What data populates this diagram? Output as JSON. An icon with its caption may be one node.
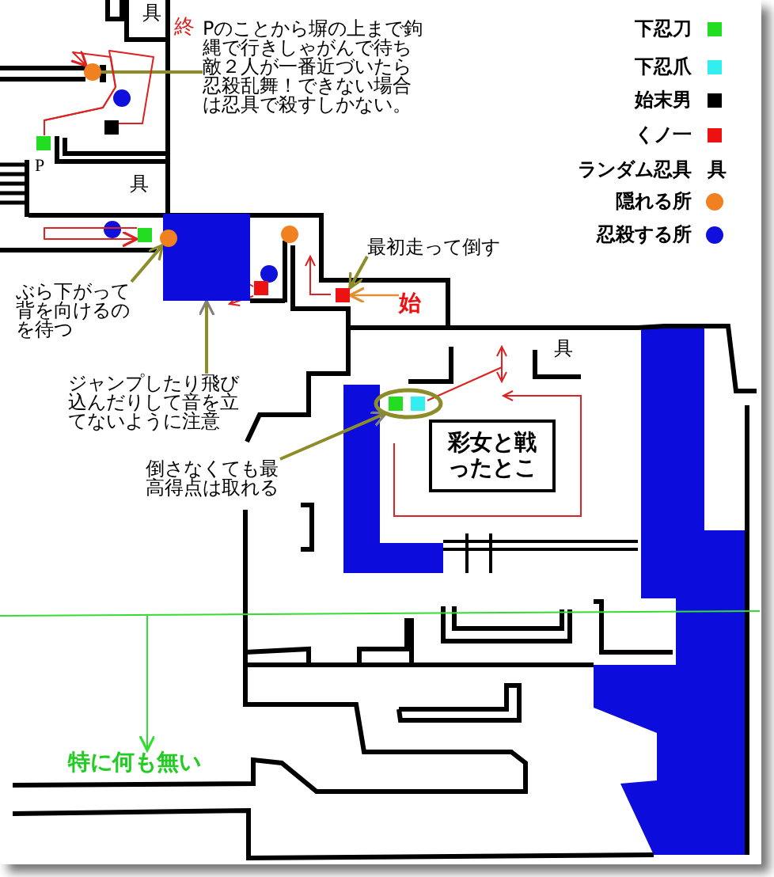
{
  "diagram": {
    "nodes": [
      {
        "text": [
          "Pのことから塀の上まで鉤縄で行きしゃがんで待ち敵２人が一番近づいたら忍殺乱舞！できない場合は忍具で殺すしかない。"
        ]
      },
      {
        "text": [],
        "shape": "circle"
      },
      {
        "text": [],
        "shape": "box"
      },
      {
        "text": [],
        "shape": "box",
        "beside": [
          "P"
        ]
      },
      {
        "text": [],
        "shape": "box"
      },
      {
        "text": [],
        "shape": "box"
      },
      {
        "text": [],
        "shape": "circle"
      },
      {
        "text": [
          "最初走って倒す"
        ]
      },
      {
        "text": [
          "ぶら下がって背を向けるのを待つ"
        ]
      },
      {
        "text": [],
        "shape": "box"
      },
      {
        "text": [
          "始"
        ]
      },
      {
        "text": [
          "ジャンプしたり飛び込んだりして音を立てないように注意"
        ]
      },
      {
        "text": [],
        "shape": "ellipse"
      },
      {
        "text": [
          "彩女と戦ったとこ"
        ]
      },
      {
        "text": [
          "倒さなくても最高得点は取れる"
        ]
      },
      {
        "text": [
          "特に何も無い"
        ]
      }
    ],
    "edges": [
      {
        "from": 0,
        "to": 1,
        "arrow": "none"
      },
      {
        "from": 7,
        "to": 9,
        "arrow": "to"
      },
      {
        "from": 8,
        "to": 6,
        "arrow": "to"
      },
      {
        "from": 10,
        "to": 9,
        "arrow": "to",
        "color": "#e09030"
      },
      {
        "from": 11,
        "to": 4,
        "arrow": "to"
      },
      {
        "from": 14,
        "to": 12,
        "arrow": "to"
      },
      {
        "from": null,
        "to": 15,
        "arrow": "to",
        "color": "#33dd33"
      },
      {
        "from": 3,
        "to": 2,
        "arrow": "none",
        "color": "#dd2222"
      },
      {
        "from": 5,
        "to": 5,
        "arrow": "to",
        "color": "#dd2222"
      },
      {
        "from": 3,
        "to": 1,
        "arrow": "to",
        "color": "#dd2222"
      }
    ],
    "labels": [
      "具",
      "終",
      "具",
      "具",
      "具"
    ],
    "legend": [
      {
        "text": "下忍刀",
        "color": "#22dd22"
      },
      {
        "text": "下忍爪",
        "color": "#33eeee"
      },
      {
        "text": "始末男",
        "color": "#000000"
      },
      {
        "text": "くノ一",
        "color": "#ee1111"
      },
      {
        "text": "ランダム忍具"
      },
      {
        "text": "隠れる所",
        "color": "#f08020"
      },
      {
        "text": "忍殺する所",
        "color": "#1010dd"
      }
    ]
  }
}
